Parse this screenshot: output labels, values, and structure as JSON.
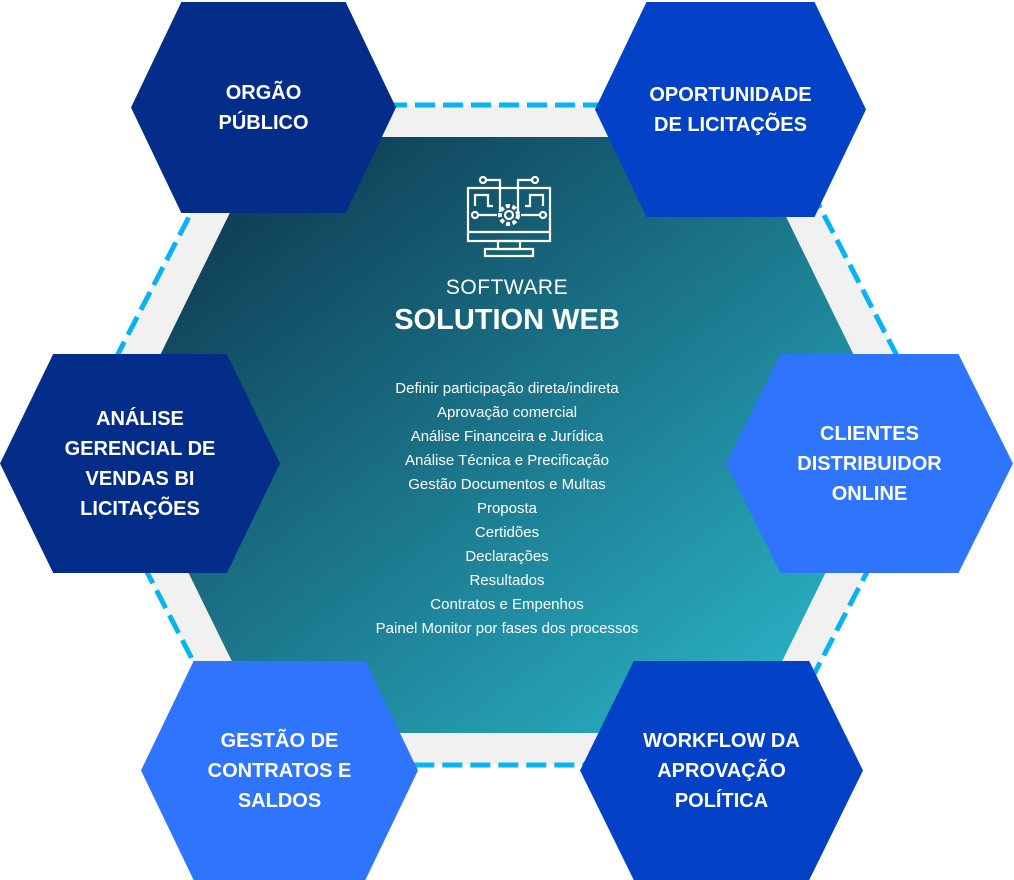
{
  "colors": {
    "navy": "#032d88",
    "blue": "#0342c6",
    "light_blue": "#2f74fd",
    "dash": "#07b4f2",
    "band": "#f1f1f1",
    "teal_start": "#0a2c44",
    "teal_end": "#2dbdd0"
  },
  "center": {
    "icon": "monitor-gear-circuit-icon",
    "subtitle": "SOFTWARE",
    "title": "SOLUTION WEB",
    "items": [
      "Definir participação direta/indireta",
      "Aprovação comercial",
      "Análise Financeira e Jurídica",
      "Análise Técnica e Precificação",
      "Gestão Documentos e Multas",
      "Proposta",
      "Certidões",
      "Declarações",
      "Resultados",
      "Contratos e Empenhos",
      "Painel Monitor por fases dos processos"
    ]
  },
  "nodes": [
    {
      "label": "ORGÃO\nPÚBLICO"
    },
    {
      "label": "OPORTUNIDADE\nDE LICITAÇÕES"
    },
    {
      "label": "ANÁLISE\nGERENCIAL DE\nVENDAS BI\nLICITAÇÕES"
    },
    {
      "label": "CLIENTES\nDISTRIBUIDOR\nONLINE"
    },
    {
      "label": "GESTÃO DE\nCONTRATOS E\nSALDOS"
    },
    {
      "label": "WORKFLOW DA\nAPROVAÇÃO\nPOLÍTICA"
    }
  ]
}
